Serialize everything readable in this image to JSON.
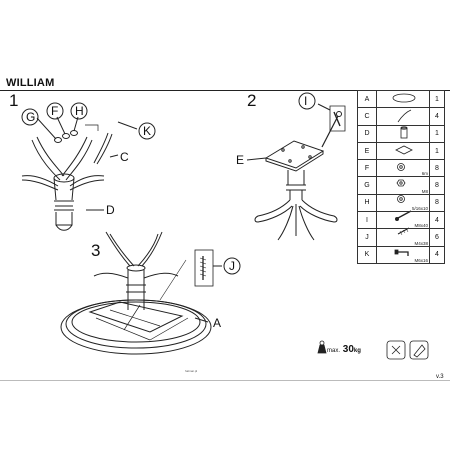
{
  "title": "WILLIAM",
  "steps": [
    "1",
    "2",
    "3"
  ],
  "callouts": {
    "A": "A",
    "C": "C",
    "D": "D",
    "E": "E",
    "F": "F",
    "G": "G",
    "H": "H",
    "I": "I",
    "J": "J",
    "K": "K"
  },
  "parts": [
    {
      "letter": "A",
      "icon": "oval-tabletop-icon",
      "size": "",
      "qty": "1"
    },
    {
      "letter": "C",
      "icon": "curved-leg-icon",
      "size": "",
      "qty": "4"
    },
    {
      "letter": "D",
      "icon": "dowel-icon",
      "size": "",
      "qty": "1"
    },
    {
      "letter": "E",
      "icon": "plate-icon",
      "size": "",
      "qty": "1"
    },
    {
      "letter": "F",
      "icon": "washer-icon",
      "size": "6m",
      "qty": "8"
    },
    {
      "letter": "G",
      "icon": "nut-icon",
      "size": "M8",
      "qty": "8"
    },
    {
      "letter": "H",
      "icon": "spring-washer-icon",
      "size": "5/16x10",
      "qty": "8"
    },
    {
      "letter": "I",
      "icon": "bolt-icon",
      "size": "M8x40",
      "qty": "4"
    },
    {
      "letter": "J",
      "icon": "screw-icon",
      "size": "M4x38",
      "qty": "6"
    },
    {
      "letter": "K",
      "icon": "hex-key-icon",
      "size": "M6x16",
      "qty": "4"
    }
  ],
  "weight": {
    "prefix": "max.",
    "value": "30",
    "unit": "kg"
  },
  "version": "v.3",
  "footer": "halmar.pl"
}
